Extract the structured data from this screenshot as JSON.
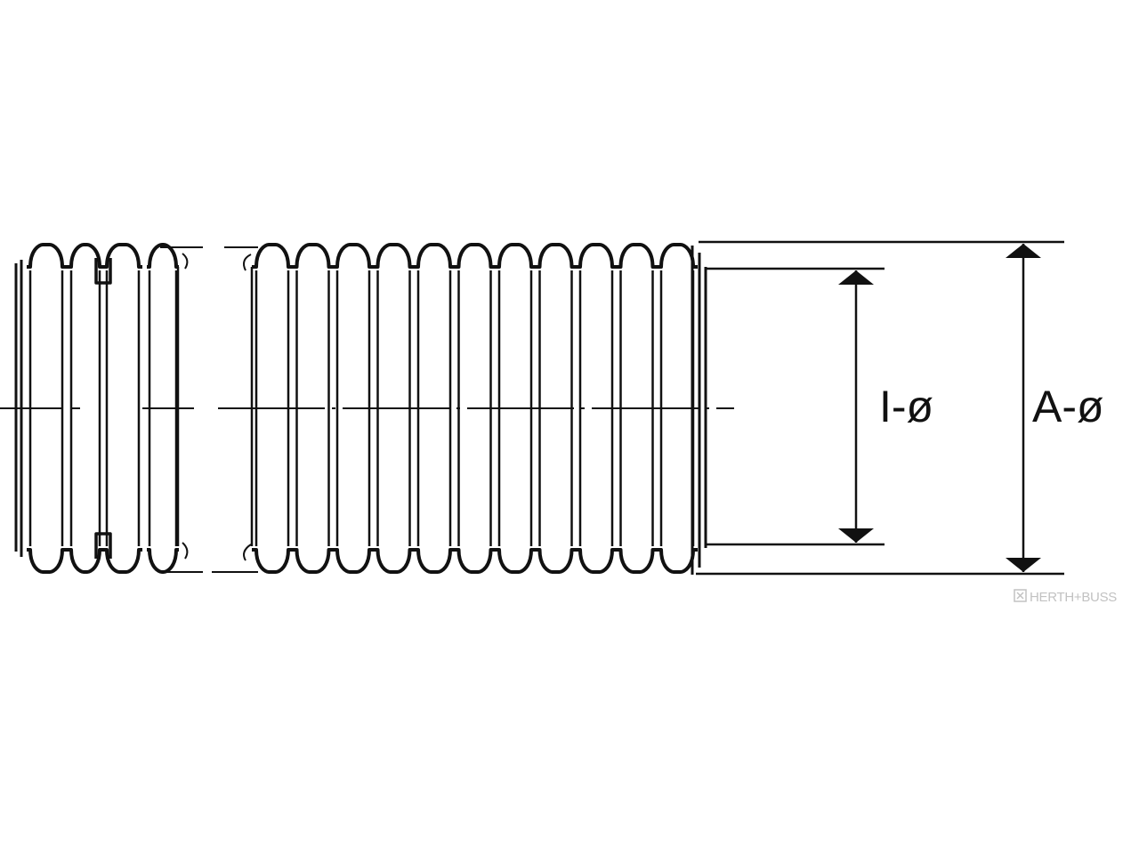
{
  "diagram": {
    "labels": {
      "inner_diameter": "I-ø",
      "outer_diameter": "A-ø"
    },
    "watermark": "HERTH+BUSS",
    "colors": {
      "line": "#111111",
      "watermark": "#c2c2c2"
    },
    "icons": {
      "watermark_logo": "hb-logo-icon"
    }
  }
}
